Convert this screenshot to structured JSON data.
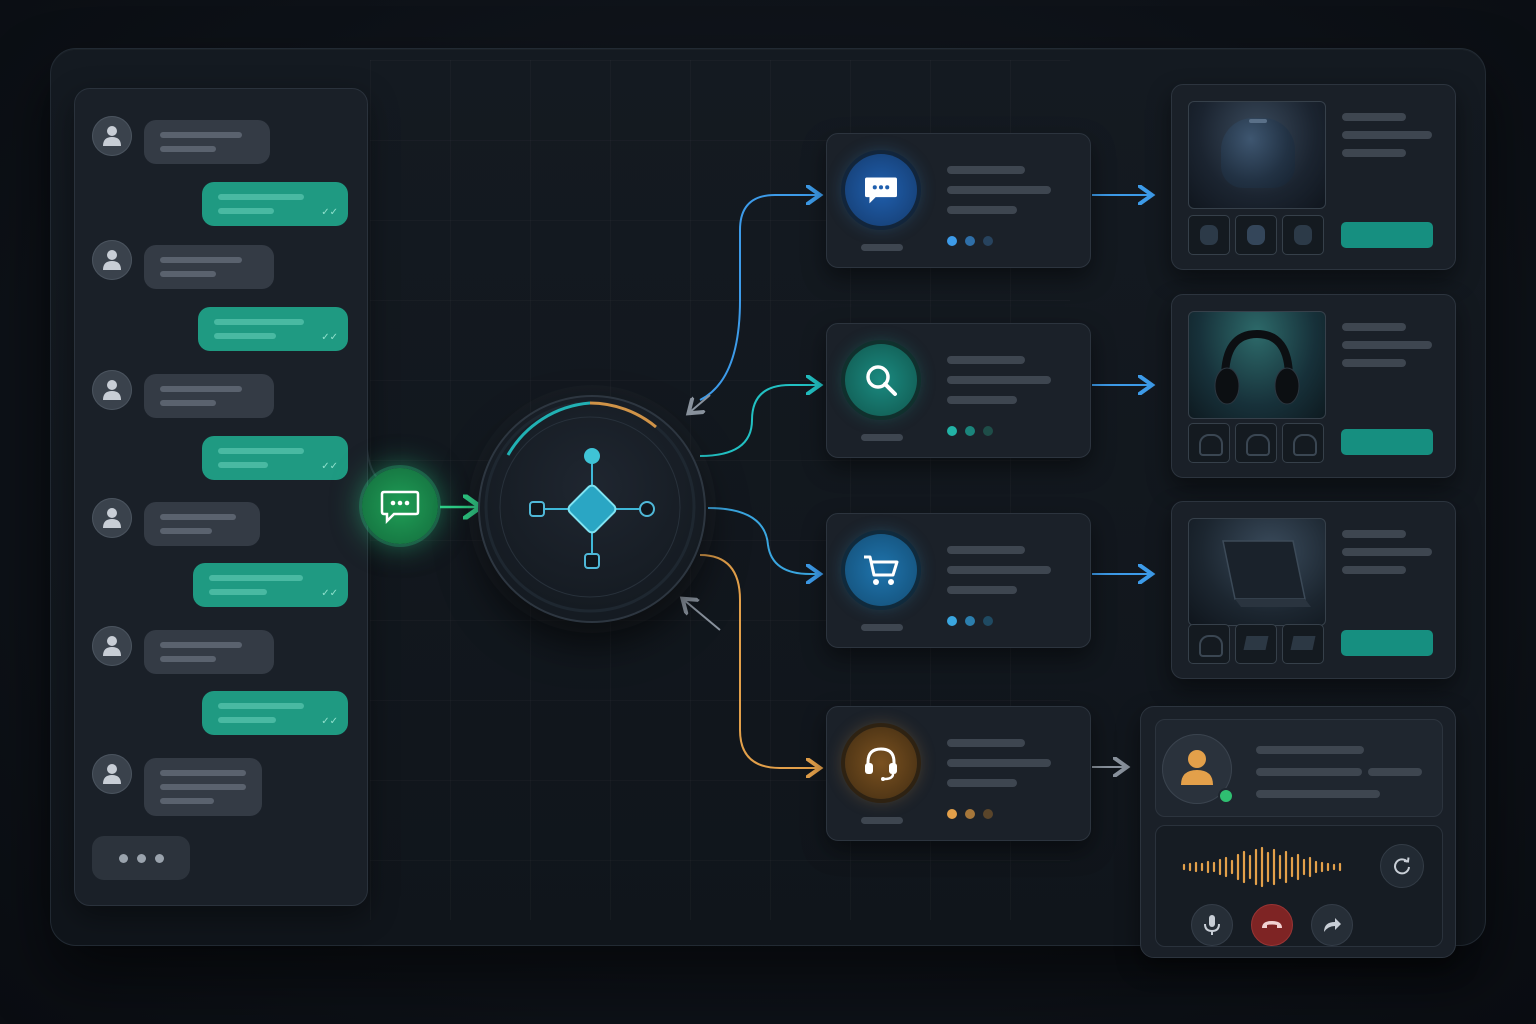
{
  "colors": {
    "accent_green": "#2fbf71",
    "accent_teal": "#22c1c3",
    "accent_blue": "#3d9be9",
    "accent_orange": "#e3a04a",
    "bubble_out": "#1f9a82",
    "end_call": "#8e2a2a"
  },
  "chat": {
    "messages": [
      {
        "side": "in"
      },
      {
        "side": "out"
      },
      {
        "side": "in"
      },
      {
        "side": "out"
      },
      {
        "side": "in"
      },
      {
        "side": "out"
      },
      {
        "side": "in"
      },
      {
        "side": "out"
      },
      {
        "side": "in"
      },
      {
        "side": "out"
      },
      {
        "side": "in"
      }
    ],
    "typing_indicator": "typing-dots"
  },
  "hub": {
    "entry_icon": "chat-bubble-icon",
    "router_icon": "network-node-icon"
  },
  "routes": [
    {
      "id": "chat",
      "icon": "chat-bubble-icon",
      "color": "#3d9be9"
    },
    {
      "id": "search",
      "icon": "search-icon",
      "color": "#22b3a6"
    },
    {
      "id": "cart",
      "icon": "cart-icon",
      "color": "#3aa6e0"
    },
    {
      "id": "support",
      "icon": "headset-icon",
      "color": "#e3a04a"
    }
  ],
  "products": [
    {
      "id": "speaker",
      "image": "smart-speaker-image"
    },
    {
      "id": "headphones",
      "image": "headphones-image"
    },
    {
      "id": "laptop",
      "image": "laptop-image"
    }
  ],
  "agent": {
    "avatar_icon": "person-icon",
    "status": "online",
    "controls": [
      "mic-icon",
      "end-call-icon",
      "forward-icon"
    ],
    "extra_control": "refresh-icon"
  }
}
